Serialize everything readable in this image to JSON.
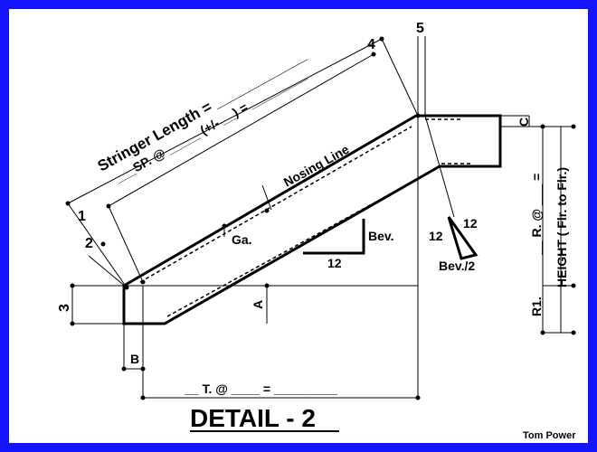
{
  "colors": {
    "border": "#1414ff",
    "background": "#ffffff",
    "ink": "#000000"
  },
  "labels": {
    "stringer_length": "Stringer Length = ____________",
    "sp": "___SP. @ _____ (+/- __) = _________",
    "nosing_line": "Nosing Line",
    "ga": "Ga.",
    "bev": "Bev.",
    "twelve_bev": "12",
    "twelve_a": "12",
    "twelve_b": "12",
    "bev_half": "Bev./2",
    "tread": "__ T. @ ____ = _________",
    "riser": "__ R. @ ___ =",
    "height": "HEIGHT ( Flr. to Flr.)",
    "r1": "R1.",
    "a": "A",
    "b": "B",
    "c": "C",
    "n1": "1",
    "n2": "2",
    "n3": "3",
    "n4": "4",
    "n5": "5",
    "title": "DETAIL - 2",
    "credit": "Tom Power"
  }
}
